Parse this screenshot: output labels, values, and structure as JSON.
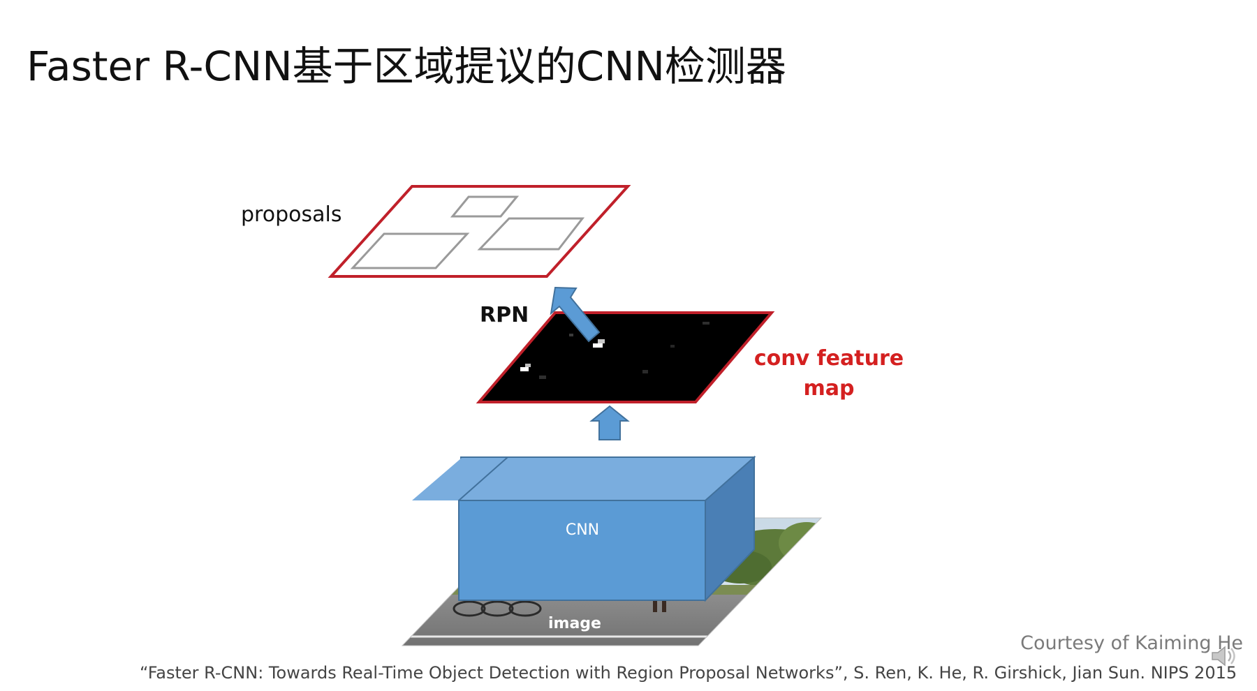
{
  "slide": {
    "title": "Faster R-CNN基于区域提议的CNN检测器"
  },
  "diagram": {
    "proposals_label": "proposals",
    "rpn_label": "RPN",
    "feature_map_label_line1": "conv feature",
    "feature_map_label_line2": "map",
    "cnn_label": "CNN",
    "image_label": "image",
    "colors": {
      "proposal_border": "#c0202a",
      "feature_map_border": "#c0202a",
      "feature_map_label": "#d42020",
      "cnn_front": "#5b9bd5",
      "cnn_top": "#7aadde",
      "cnn_side": "#4a7fb5",
      "arrow_fill": "#5b9bd5",
      "arrow_stroke": "#41719c",
      "proposal_box_stroke": "#9a9a9a"
    }
  },
  "footer": {
    "courtesy": "Courtesy of Kaiming He",
    "citation": "“Faster R-CNN: Towards Real-Time Object Detection with Region Proposal Networks”, S. Ren, K. He, R. Girshick, Jian Sun. NIPS 2015"
  },
  "icons": {
    "speaker": "speaker-icon"
  }
}
